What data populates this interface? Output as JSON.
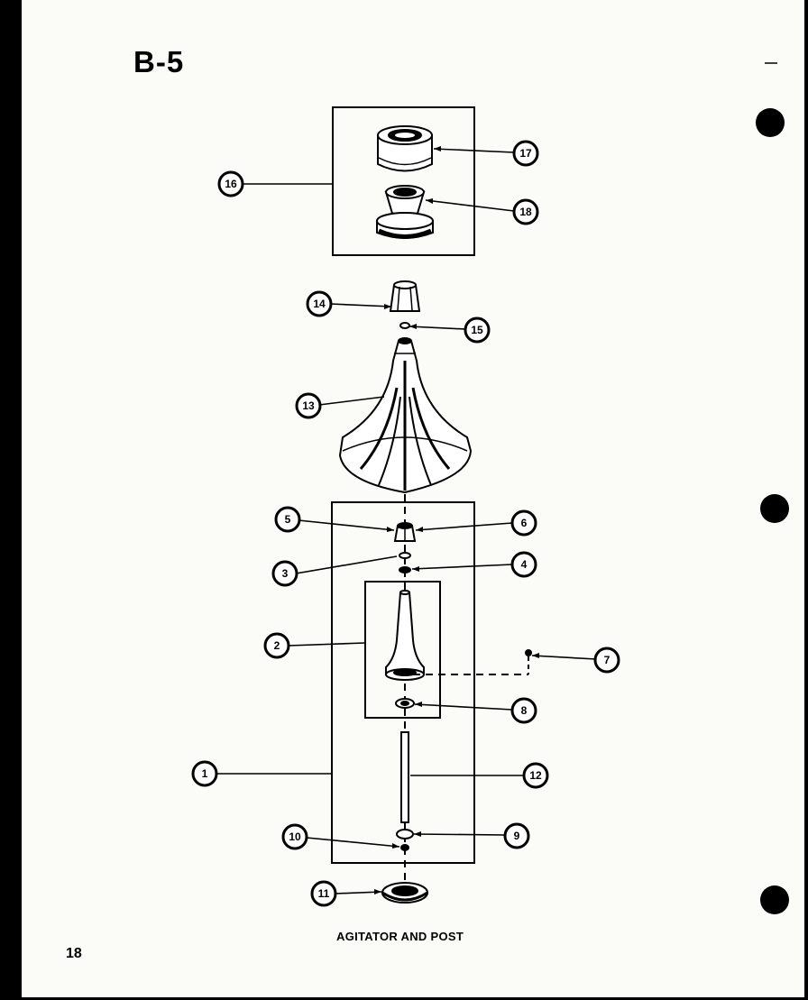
{
  "header": {
    "page_code": "B-5"
  },
  "footer": {
    "caption": "AGITATOR AND POST",
    "page_number": "18"
  },
  "callouts": [
    {
      "id": "callout-1",
      "label": "1"
    },
    {
      "id": "callout-2",
      "label": "2"
    },
    {
      "id": "callout-3",
      "label": "3"
    },
    {
      "id": "callout-4",
      "label": "4"
    },
    {
      "id": "callout-5",
      "label": "5"
    },
    {
      "id": "callout-6",
      "label": "6"
    },
    {
      "id": "callout-7",
      "label": "7"
    },
    {
      "id": "callout-8",
      "label": "8"
    },
    {
      "id": "callout-9",
      "label": "9"
    },
    {
      "id": "callout-10",
      "label": "10"
    },
    {
      "id": "callout-11",
      "label": "11"
    },
    {
      "id": "callout-12",
      "label": "12"
    },
    {
      "id": "callout-13",
      "label": "13"
    },
    {
      "id": "callout-14",
      "label": "14"
    },
    {
      "id": "callout-15",
      "label": "15"
    },
    {
      "id": "callout-16",
      "label": "16"
    },
    {
      "id": "callout-17",
      "label": "17"
    },
    {
      "id": "callout-18",
      "label": "18"
    }
  ],
  "colors": {
    "ink": "#000000",
    "paper": "#fbfbf7",
    "border": "#000000"
  }
}
